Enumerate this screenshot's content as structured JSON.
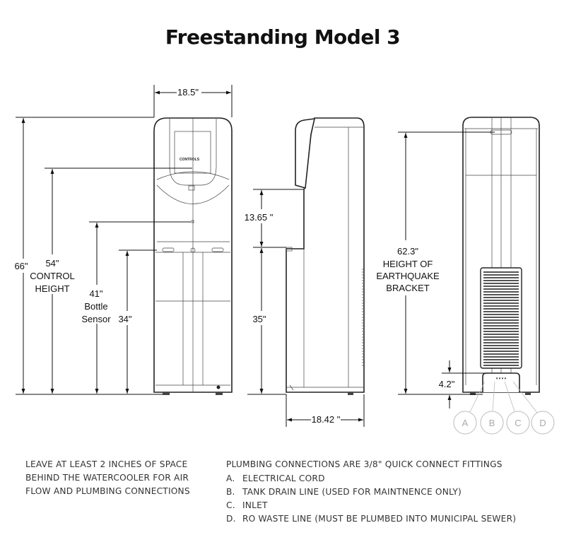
{
  "title": "Freestanding Model 3",
  "front_view": {
    "width_label": "18.5\"",
    "controls_label": "CONTROLS",
    "overall_height": "66\"",
    "control_height": [
      "54\"",
      "CONTROL",
      "HEIGHT"
    ],
    "bottle_sensor": [
      "41\"",
      "Bottle",
      "Sensor"
    ],
    "dispense_height": "34\""
  },
  "side_view": {
    "upper_label": "13.65 \"",
    "lower_label": "35\"",
    "depth_label": "18.42 \""
  },
  "back_view": {
    "bracket": [
      "62.3\"",
      "HEIGHT OF",
      "EARTHQUAKE",
      "BRACKET"
    ],
    "connection_height": "4.2\"",
    "connection_markers": [
      "A",
      "B",
      "C",
      "D"
    ]
  },
  "notes": {
    "clearance": [
      "LEAVE AT LEAST 2 INCHES OF SPACE",
      "BEHIND THE WATERCOOLER FOR AIR",
      "FLOW AND PLUMBING CONNECTIONS"
    ],
    "plumbing_heading": "PLUMBING CONNECTIONS ARE 3/8\" QUICK CONNECT FITTINGS",
    "plumbing_items": [
      {
        "letter": "A.",
        "text": "ELECTRICAL CORD"
      },
      {
        "letter": "B.",
        "text": "TANK DRAIN LINE (USED FOR MAINTNENCE ONLY)"
      },
      {
        "letter": "C.",
        "text": "INLET"
      },
      {
        "letter": "D.",
        "text": "RO WASTE LINE (MUST BE PLUMBED INTO MUNICIPAL SEWER)"
      }
    ]
  }
}
